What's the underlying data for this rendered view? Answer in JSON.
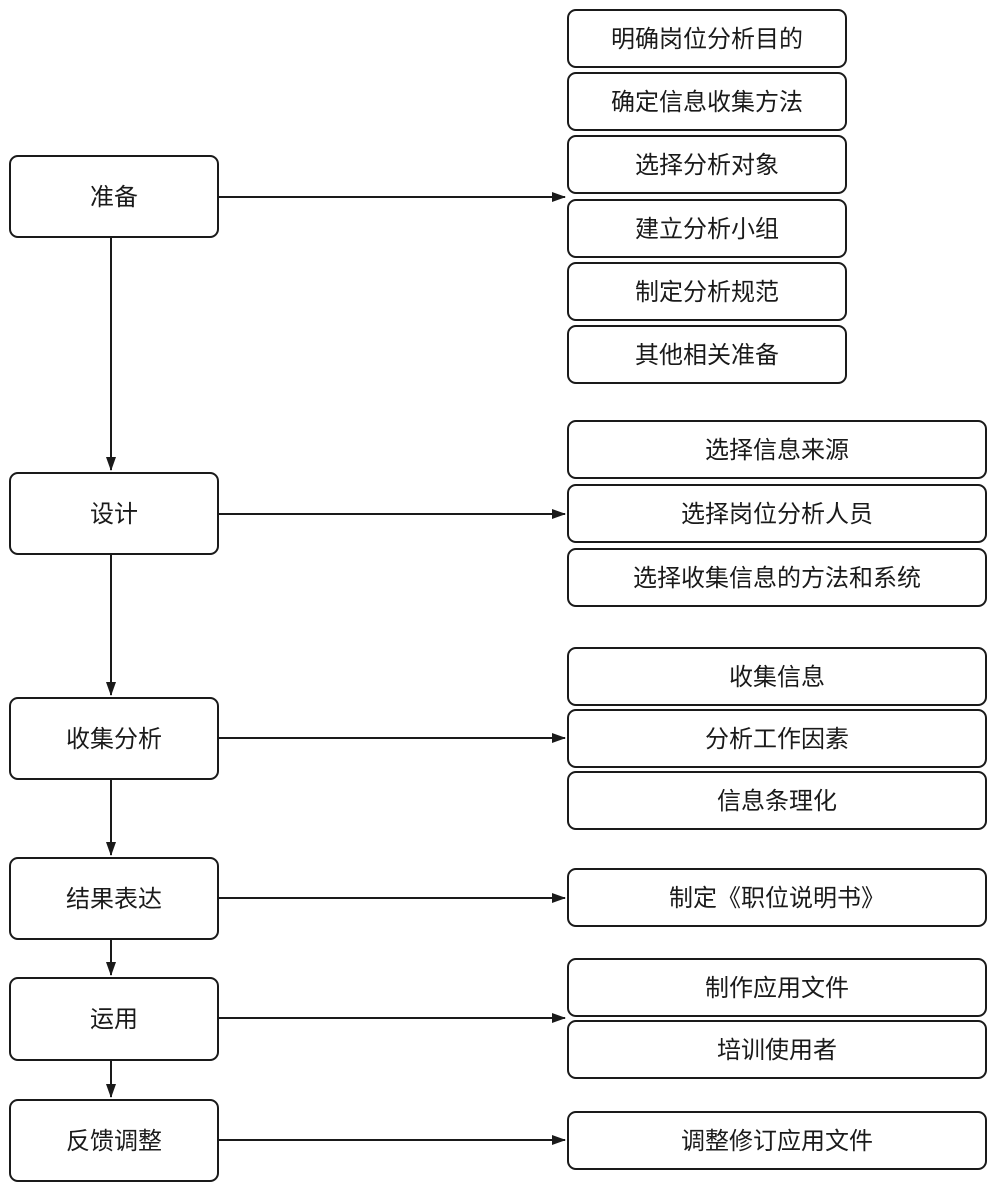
{
  "stages": [
    {
      "label": "准备"
    },
    {
      "label": "设计"
    },
    {
      "label": "收集分析"
    },
    {
      "label": "结果表达"
    },
    {
      "label": "运用"
    },
    {
      "label": "反馈调整"
    }
  ],
  "details": {
    "prepare": [
      "明确岗位分析目的",
      "确定信息收集方法",
      "选择分析对象",
      "建立分析小组",
      "制定分析规范",
      "其他相关准备"
    ],
    "design": [
      "选择信息来源",
      "选择岗位分析人员",
      "选择收集信息的方法和系统"
    ],
    "collect": [
      "收集信息",
      "分析工作因素",
      "信息条理化"
    ],
    "result": [
      "制定《职位说明书》"
    ],
    "apply": [
      "制作应用文件",
      "培训使用者"
    ],
    "feedback": [
      "调整修订应用文件"
    ]
  }
}
